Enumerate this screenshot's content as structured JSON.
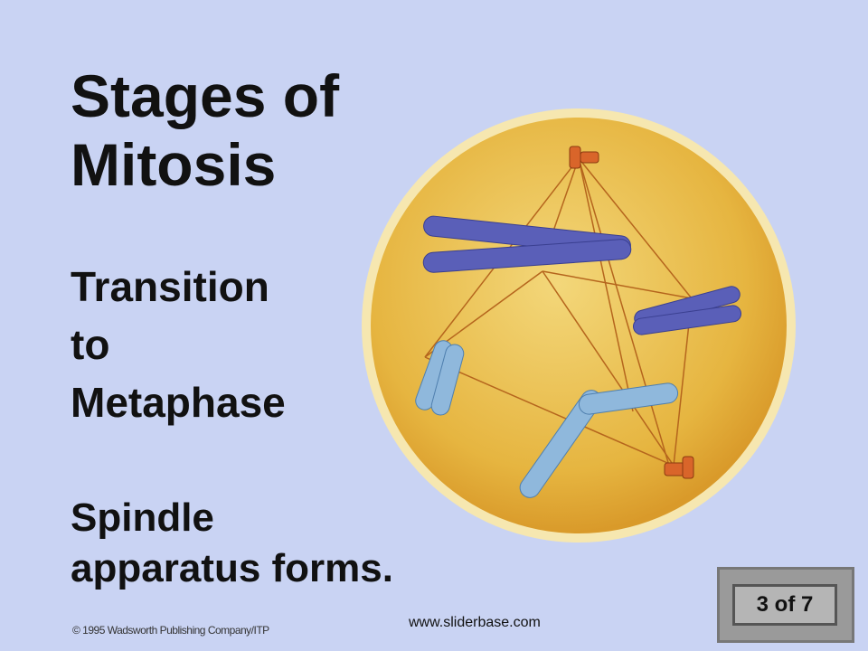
{
  "title": [
    "Stages of",
    "Mitosis"
  ],
  "subtitle": [
    "Transition",
    "to",
    "Metaphase"
  ],
  "description": [
    "Spindle",
    "apparatus forms."
  ],
  "copyright": "© 1995 Wadsworth Publishing Company/ITP",
  "website": "www.sliderbase.com",
  "slide_counter": "3 of 7",
  "colors": {
    "background": "#c9d3f3",
    "cell": "#e8b840",
    "chromosome_dark": "#5a5fb8",
    "chromosome_light": "#8fb8dc",
    "centriole": "#d9652a"
  }
}
